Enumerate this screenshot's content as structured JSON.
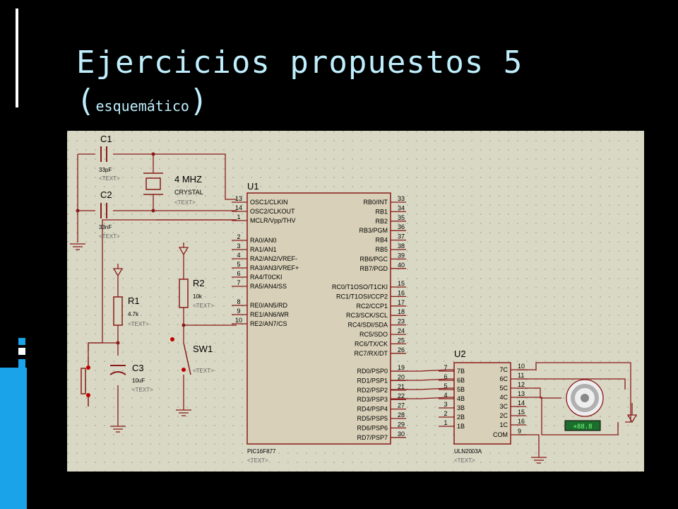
{
  "title": {
    "main": "Ejercicios propuestos 5",
    "open": "(",
    "sub": "esquemático",
    "close": ")"
  },
  "colors": {
    "wire": "#8b1a1a",
    "component": "#8b1a1a",
    "chip_fill": "#d8d0b8",
    "bg": "#d8d8c4",
    "accent": "#1aa3e8",
    "title": "#bfeefc"
  },
  "components": {
    "c1": {
      "name": "C1",
      "value": "33pF",
      "text": "<TEXT>"
    },
    "c2": {
      "name": "C2",
      "value": "33nF",
      "text": "<TEXT>"
    },
    "x1": {
      "value": "4 MHZ",
      "type": "CRYSTAL",
      "text": "<TEXT>"
    },
    "r1": {
      "name": "R1",
      "value": "4.7k",
      "text": "<TEXT>"
    },
    "r2": {
      "name": "R2",
      "value": "10k",
      "text": "<TEXT>"
    },
    "c3": {
      "name": "C3",
      "value": "10uF",
      "text": "<TEXT>"
    },
    "sw1": {
      "name": "SW1",
      "text": "<TEXT>"
    },
    "u1": {
      "name": "U1",
      "part": "PIC16F877",
      "text": "<TEXT>",
      "left_pins": [
        {
          "num": "13",
          "label": "OSC1/CLKIN"
        },
        {
          "num": "14",
          "label": "OSC2/CLKOUT"
        },
        {
          "num": "1",
          "label": "MCLR/Vpp/THV"
        },
        {
          "num": "2",
          "label": "RA0/AN0"
        },
        {
          "num": "3",
          "label": "RA1/AN1"
        },
        {
          "num": "4",
          "label": "RA2/AN2/VREF-"
        },
        {
          "num": "5",
          "label": "RA3/AN3/VREF+"
        },
        {
          "num": "6",
          "label": "RA4/T0CKI"
        },
        {
          "num": "7",
          "label": "RA5/AN4/SS"
        },
        {
          "num": "8",
          "label": "RE0/AN5/RD"
        },
        {
          "num": "9",
          "label": "RE1/AN6/WR"
        },
        {
          "num": "10",
          "label": "RE2/AN7/CS"
        }
      ],
      "right_pins": [
        {
          "num": "33",
          "label": "RB0/INT"
        },
        {
          "num": "34",
          "label": "RB1"
        },
        {
          "num": "35",
          "label": "RB2"
        },
        {
          "num": "36",
          "label": "RB3/PGM"
        },
        {
          "num": "37",
          "label": "RB4"
        },
        {
          "num": "38",
          "label": "RB5"
        },
        {
          "num": "39",
          "label": "RB6/PGC"
        },
        {
          "num": "40",
          "label": "RB7/PGD"
        },
        {
          "num": "15",
          "label": "RC0/T1OSO/T1CKI"
        },
        {
          "num": "16",
          "label": "RC1/T1OSI/CCP2"
        },
        {
          "num": "17",
          "label": "RC2/CCP1"
        },
        {
          "num": "18",
          "label": "RC3/SCK/SCL"
        },
        {
          "num": "23",
          "label": "RC4/SDI/SDA"
        },
        {
          "num": "24",
          "label": "RC5/SDO"
        },
        {
          "num": "25",
          "label": "RC6/TX/CK"
        },
        {
          "num": "26",
          "label": "RC7/RX/DT"
        },
        {
          "num": "19",
          "label": "RD0/PSP0"
        },
        {
          "num": "20",
          "label": "RD1/PSP1"
        },
        {
          "num": "21",
          "label": "RD2/PSP2"
        },
        {
          "num": "22",
          "label": "RD3/PSP3"
        },
        {
          "num": "27",
          "label": "RD4/PSP4"
        },
        {
          "num": "28",
          "label": "RD5/PSP5"
        },
        {
          "num": "29",
          "label": "RD6/PSP6"
        },
        {
          "num": "30",
          "label": "RD7/PSP7"
        }
      ]
    },
    "u2": {
      "name": "U2",
      "part": "ULN2003A",
      "text": "<TEXT>",
      "left_pins": [
        {
          "num": "7",
          "label": "7B"
        },
        {
          "num": "6",
          "label": "6B"
        },
        {
          "num": "5",
          "label": "5B"
        },
        {
          "num": "4",
          "label": "4B"
        },
        {
          "num": "3",
          "label": "3B"
        },
        {
          "num": "2",
          "label": "2B"
        },
        {
          "num": "1",
          "label": "1B"
        }
      ],
      "right_pins": [
        {
          "num": "10",
          "label": "7C"
        },
        {
          "num": "11",
          "label": "6C"
        },
        {
          "num": "12",
          "label": "5C"
        },
        {
          "num": "13",
          "label": "4C"
        },
        {
          "num": "14",
          "label": "3C"
        },
        {
          "num": "15",
          "label": "2C"
        },
        {
          "num": "16",
          "label": "1C"
        },
        {
          "num": "9",
          "label": "COM"
        }
      ]
    },
    "motor": {
      "display": "+88.8"
    }
  }
}
